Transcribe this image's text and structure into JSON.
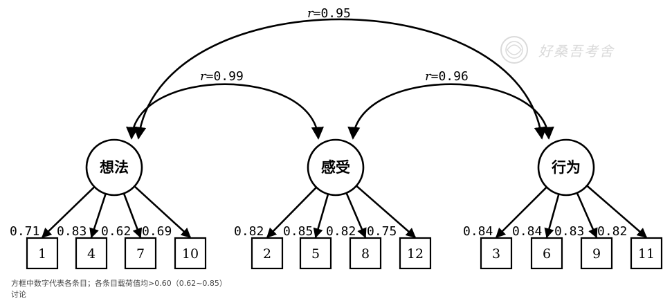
{
  "factors": [
    {
      "id": "f1",
      "label": "想法"
    },
    {
      "id": "f2",
      "label": "感受"
    },
    {
      "id": "f3",
      "label": "行为"
    }
  ],
  "items": [
    {
      "factor": "f1",
      "label": "1",
      "loading": "0.71"
    },
    {
      "factor": "f1",
      "label": "4",
      "loading": "0.83"
    },
    {
      "factor": "f1",
      "label": "7",
      "loading": "0.62"
    },
    {
      "factor": "f1",
      "label": "10",
      "loading": "0.69"
    },
    {
      "factor": "f2",
      "label": "2",
      "loading": "0.82"
    },
    {
      "factor": "f2",
      "label": "5",
      "loading": "0.85"
    },
    {
      "factor": "f2",
      "label": "8",
      "loading": "0.82"
    },
    {
      "factor": "f2",
      "label": "12",
      "loading": "0.75"
    },
    {
      "factor": "f3",
      "label": "3",
      "loading": "0.84"
    },
    {
      "factor": "f3",
      "label": "6",
      "loading": "0.84"
    },
    {
      "factor": "f3",
      "label": "9",
      "loading": "0.83"
    },
    {
      "factor": "f3",
      "label": "11",
      "loading": "0.82"
    }
  ],
  "correlations": [
    {
      "from": "f1",
      "to": "f3",
      "symbol": "r",
      "value": "=0.95"
    },
    {
      "from": "f1",
      "to": "f2",
      "symbol": "r",
      "value": "=0.99"
    },
    {
      "from": "f2",
      "to": "f3",
      "symbol": "r",
      "value": "=0.96"
    }
  ],
  "caption": {
    "line1": "方框中数字代表各条目；各条目载荷值均>0.60（0.62~0.85）",
    "line2": "讨论"
  },
  "watermark": {
    "text": "好桑吾考舍"
  }
}
